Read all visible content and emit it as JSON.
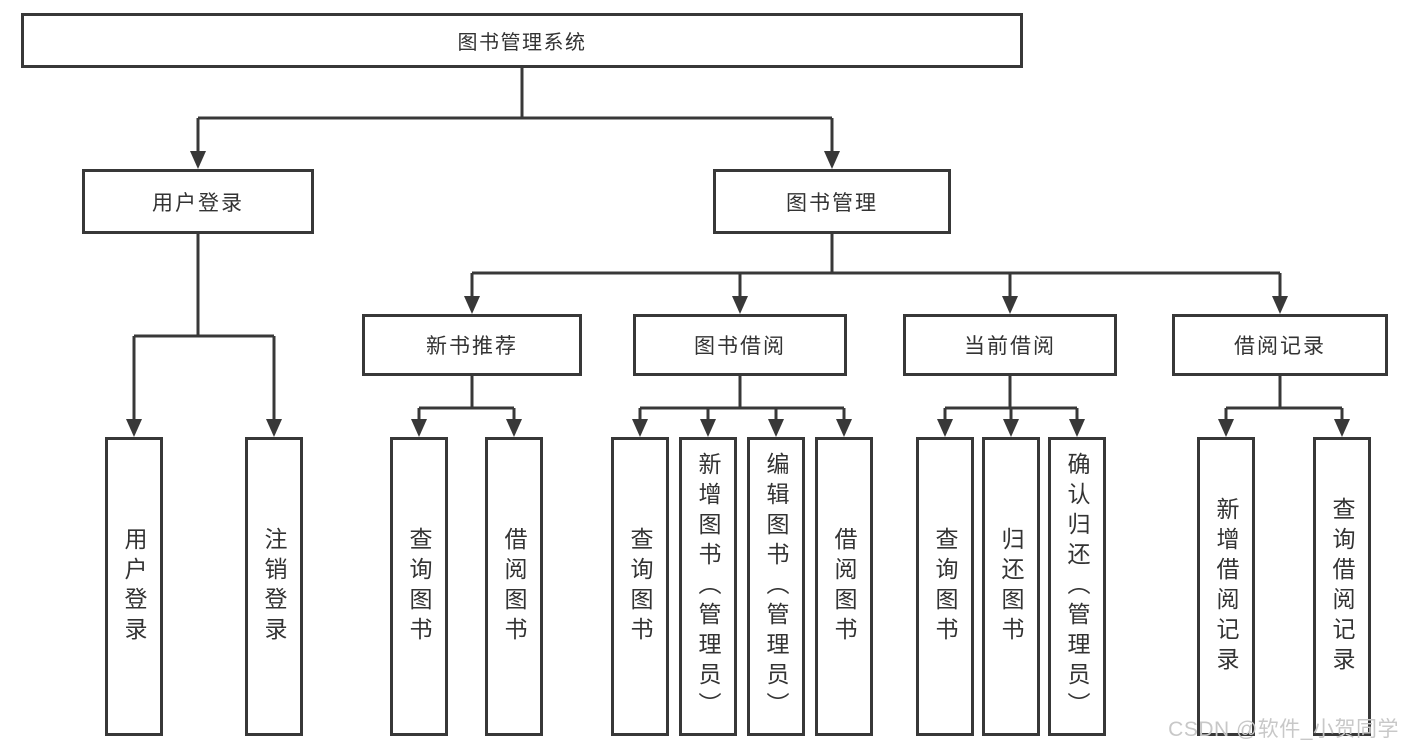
{
  "tree": {
    "label": "图书管理系统",
    "children": [
      {
        "label": "用户登录",
        "children": [
          {
            "label": "用户登录"
          },
          {
            "label": "注销登录"
          }
        ]
      },
      {
        "label": "图书管理",
        "children": [
          {
            "label": "新书推荐",
            "children": [
              {
                "label": "查询图书"
              },
              {
                "label": "借阅图书"
              }
            ]
          },
          {
            "label": "图书借阅",
            "children": [
              {
                "label": "查询图书"
              },
              {
                "label": "新增图书（管理员）"
              },
              {
                "label": "编辑图书（管理员）"
              },
              {
                "label": "借阅图书"
              }
            ]
          },
          {
            "label": "当前借阅",
            "children": [
              {
                "label": "查询图书"
              },
              {
                "label": "归还图书"
              },
              {
                "label": "确认归还（管理员）"
              }
            ]
          },
          {
            "label": "借阅记录",
            "children": [
              {
                "label": "新增借阅记录"
              },
              {
                "label": "查询借阅记录"
              }
            ]
          }
        ]
      }
    ]
  },
  "watermark": {
    "text": "CSDN @软件_小贺同学"
  },
  "colors": {
    "line": "#383838",
    "border": "#383838",
    "text": "#333333",
    "background": "#ffffff",
    "watermark": "#c8c8c8"
  }
}
